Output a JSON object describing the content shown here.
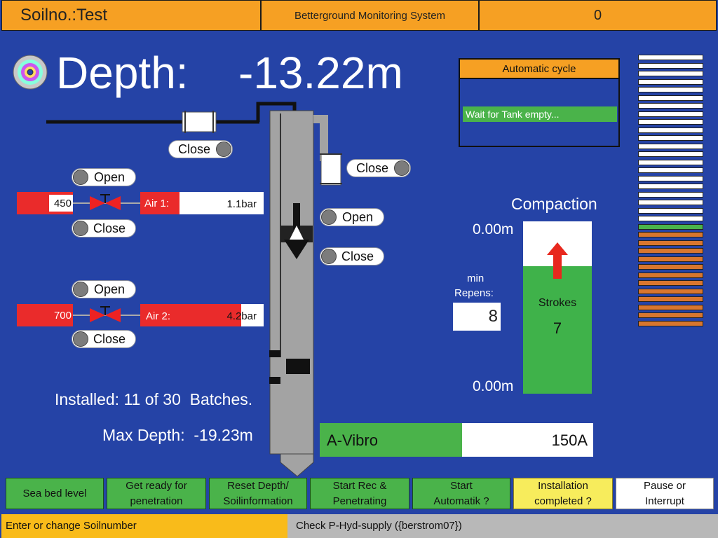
{
  "header": {
    "soil": "Soilno.:Test",
    "system": "Betterground Monitoring System",
    "counter": "0"
  },
  "depth": {
    "label": "Depth:",
    "value": "-13.22m"
  },
  "auto_cycle": {
    "title": "Automatic cycle",
    "status": "Wait for Tank empty..."
  },
  "valves": {
    "top_close": "Close",
    "side_close": "Close",
    "mid_open": "Open",
    "mid_close": "Close",
    "air1_open": "Open",
    "air1_close": "Close",
    "air2_open": "Open",
    "air2_close": "Close"
  },
  "air1": {
    "setpoint": "450",
    "label": "Air 1:",
    "reading": "1.1bar",
    "fill_fraction": 0
  },
  "air2": {
    "setpoint": "700",
    "label": "Air 2:",
    "reading": "4.2bar",
    "fill_fraction": 0.82
  },
  "compaction": {
    "title": "Compaction",
    "top_value": "0.00m",
    "bottom_value": "0.00m",
    "min_label": "min",
    "repens_label": "Repens:",
    "repens_value": "8",
    "strokes_label": "Strokes",
    "strokes_value": "7",
    "green_fraction": 0.74
  },
  "installed": {
    "label": "Installed:",
    "count": "11 of 30",
    "unit": "Batches."
  },
  "max_depth": {
    "label": "Max Depth:",
    "value": "-19.23m"
  },
  "vibro": {
    "label": "A-Vibro",
    "value": "150A",
    "fill_fraction": 0.52
  },
  "gauge": {
    "white_bars": 21,
    "green_bars": 1,
    "orange_bars": 12
  },
  "buttons": [
    {
      "label": "Sea bed level"
    },
    {
      "label": "Get ready for penetration"
    },
    {
      "label": "Reset Depth/ Soilinformation"
    },
    {
      "label": "Start Rec & Penetrating"
    },
    {
      "label": "Start Automatik ?"
    },
    {
      "label": "Installation completed ?"
    },
    {
      "label": "Pause or Interrupt"
    }
  ],
  "statusbar": {
    "left": "Enter or change Soilnumber",
    "right": "Check P-Hyd-supply ({berstrom07})"
  },
  "colors": {
    "background": "#2543a6",
    "header": "#f6a023",
    "green": "#4ab34a",
    "red": "#ea2b2b",
    "yellow": "#f7ec5c",
    "orange_gauge": "#d8762e",
    "status_yellow": "#f9bb1a"
  }
}
